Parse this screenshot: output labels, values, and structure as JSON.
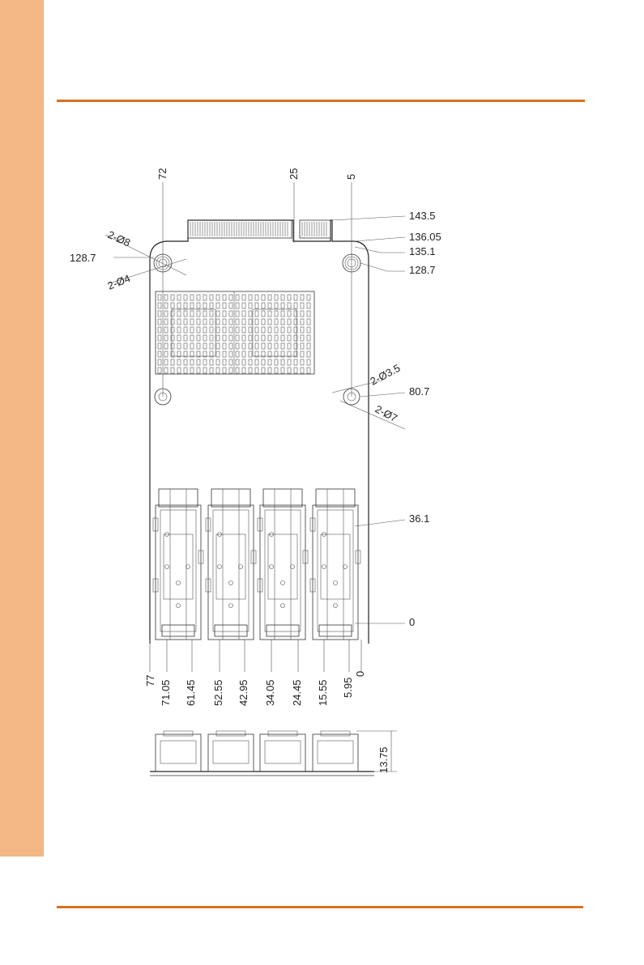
{
  "page": {
    "accent_color": "#d9701f",
    "side_band_color": "#f2b784"
  },
  "dimensions": {
    "top_x": [
      "72",
      "25",
      "5"
    ],
    "right_y": [
      "143.5",
      "136.05",
      "135.1",
      "128.7",
      "80.7",
      "36.1",
      "0"
    ],
    "left_y": "128.7",
    "bottom_x": [
      "77",
      "71.05",
      "61.45",
      "52.55",
      "42.95",
      "34.05",
      "24.45",
      "15.55",
      "5.95",
      "0"
    ],
    "side_height": "13.75",
    "holes": {
      "top_left_outer": "2-Ø8",
      "top_left_inner": "2-Ø4",
      "mid_right_inner": "2-Ø3.5",
      "mid_right_outer": "2-Ø7"
    }
  }
}
